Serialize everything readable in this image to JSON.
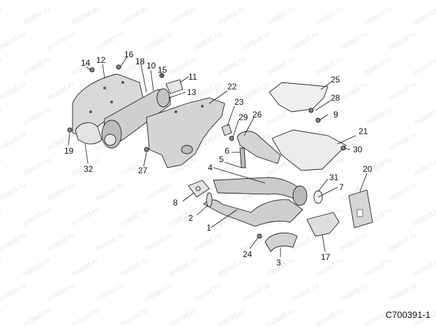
{
  "watermark": "motod.ru",
  "reference_code": "C700391-1",
  "callouts": [
    "1",
    "2",
    "3",
    "4",
    "5",
    "6",
    "7",
    "8",
    "9",
    "10",
    "11",
    "12",
    "13",
    "14",
    "15",
    "16",
    "17",
    "18",
    "19",
    "20",
    "21",
    "22",
    "23",
    "24",
    "25",
    "26",
    "27",
    "28",
    "29",
    "30",
    "31",
    "32"
  ]
}
